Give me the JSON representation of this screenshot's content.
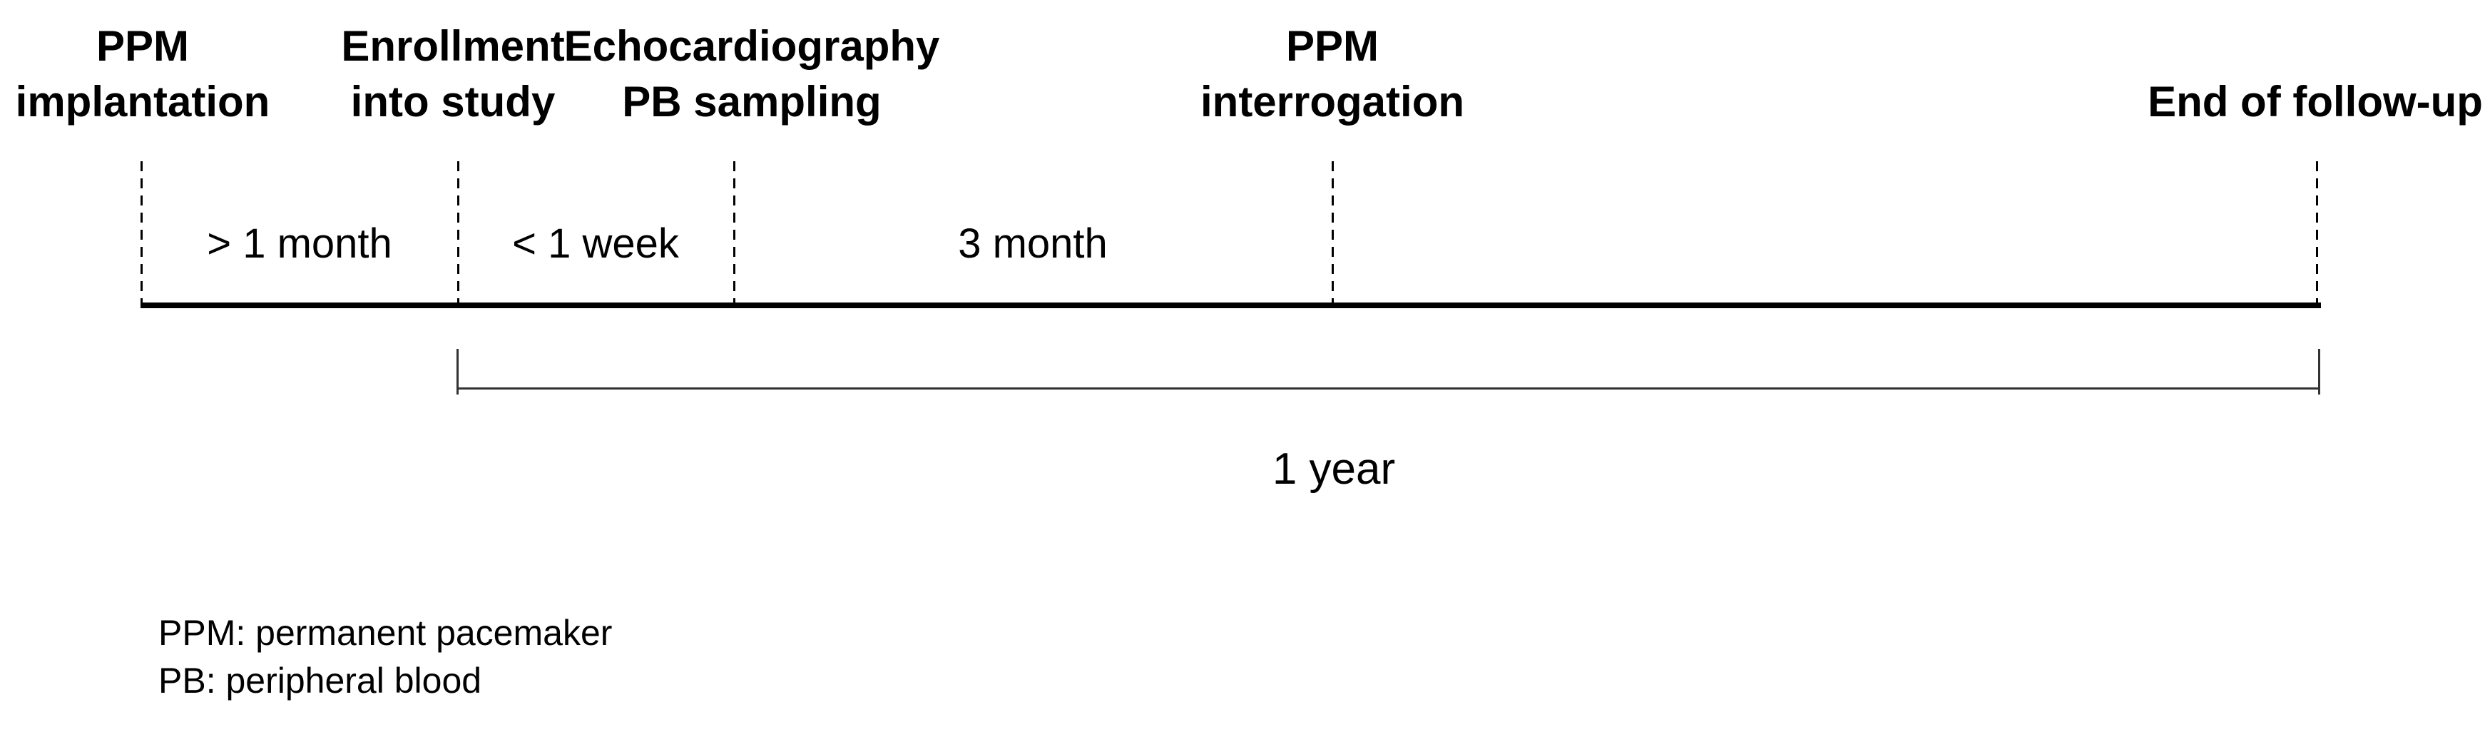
{
  "figure": {
    "type": "study-timeline",
    "events": [
      {
        "id": "ppm-implantation",
        "line1": "PPM",
        "line2": "implantation"
      },
      {
        "id": "enrollment",
        "line1": "Enrollment",
        "line2": "into study"
      },
      {
        "id": "echo-pb-sampling",
        "line1": "Echocardiography",
        "line2": "PB sampling"
      },
      {
        "id": "ppm-interrogation",
        "line1": "PPM",
        "line2": "interrogation"
      },
      {
        "id": "end-of-follow-up",
        "line1": "",
        "line2": "End of follow-up"
      }
    ],
    "intervals": [
      {
        "label": "> 1 month"
      },
      {
        "label": "< 1 week"
      },
      {
        "label": "3 month"
      }
    ],
    "duration_label": "1 year",
    "legend": [
      "PPM: permanent pacemaker",
      "PB: peripheral blood"
    ],
    "colors": {
      "line": "#000000",
      "bracket": "#333333",
      "text": "#000000",
      "background": "#ffffff"
    }
  }
}
